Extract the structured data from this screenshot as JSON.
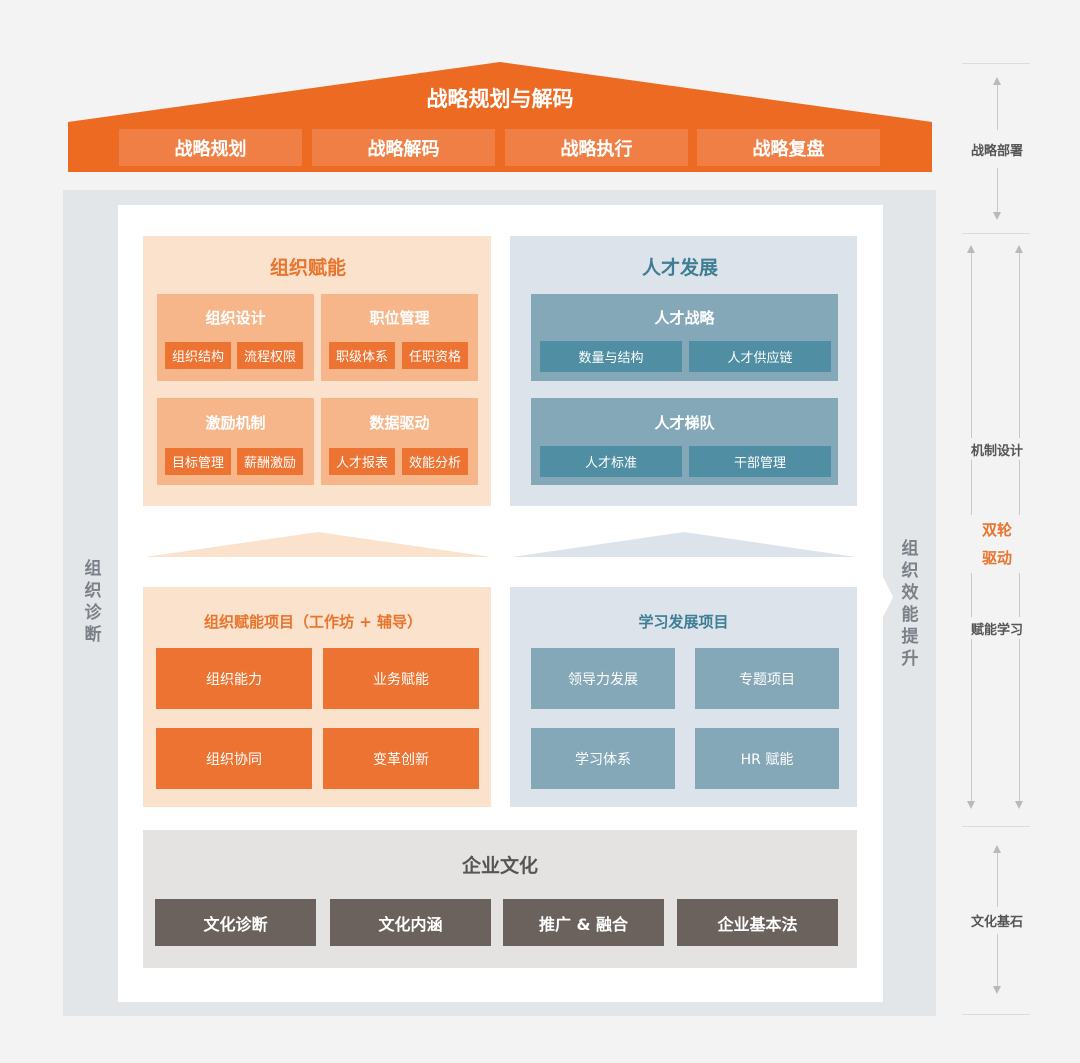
{
  "roof": {
    "title": "战略规划与解码",
    "items": [
      "战略规划",
      "战略解码",
      "战略执行",
      "战略复盘"
    ]
  },
  "sides": {
    "left": [
      "组",
      "织",
      "诊",
      "断"
    ],
    "right": [
      "组",
      "织",
      "效",
      "能",
      "提",
      "升"
    ]
  },
  "org_empowerment": {
    "title": "组织赋能",
    "groups": [
      {
        "title": "组织设计",
        "items": [
          "组织结构",
          "流程权限"
        ]
      },
      {
        "title": "职位管理",
        "items": [
          "职级体系",
          "任职资格"
        ]
      },
      {
        "title": "激励机制",
        "items": [
          "目标管理",
          "薪酬激励"
        ]
      },
      {
        "title": "数据驱动",
        "items": [
          "人才报表",
          "效能分析"
        ]
      }
    ]
  },
  "talent_development": {
    "title": "人才发展",
    "groups": [
      {
        "title": "人才战略",
        "items": [
          "数量与结构",
          "人才供应链"
        ]
      },
      {
        "title": "人才梯队",
        "items": [
          "人才标准",
          "干部管理"
        ]
      }
    ]
  },
  "org_projects": {
    "title": "组织赋能项目（工作坊 + 辅导）",
    "items": [
      "组织能力",
      "业务赋能",
      "组织协同",
      "变革创新"
    ]
  },
  "learning_projects": {
    "title": "学习发展项目",
    "items": [
      "领导力发展",
      "专题项目",
      "学习体系",
      "HR 赋能"
    ]
  },
  "culture": {
    "title": "企业文化",
    "items": [
      "文化诊断",
      "文化内涵",
      "推广 & 融合",
      "企业基本法"
    ]
  },
  "legend": {
    "strategy": "战略部署",
    "mechanism": "机制设计",
    "dual_drive": [
      "双轮",
      "驱动"
    ],
    "learning": "赋能学习",
    "culture": "文化基石"
  },
  "colors": {
    "orange": "#ec6a22",
    "orange_light": "#fbe2cc",
    "blue_gray": "#85a8b8",
    "teal": "#4f8ea3",
    "culture_dark": "#6b625d"
  }
}
